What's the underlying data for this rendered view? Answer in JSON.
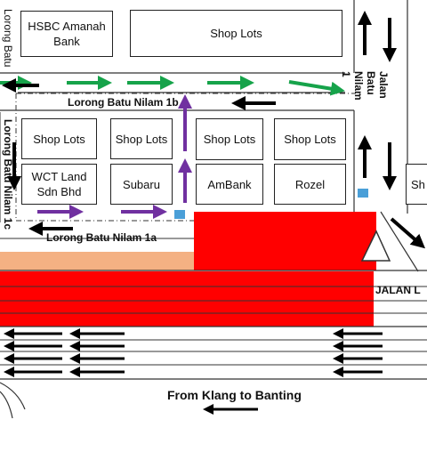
{
  "buildings": {
    "hsbc": "HSBC Amanah\nBank",
    "shoplots_top": "Shop Lots",
    "shoplots_a": "Shop Lots",
    "shoplots_b": "Shop Lots",
    "shoplots_c": "Shop Lots",
    "shoplots_d": "Shop Lots",
    "wct": "WCT Land\nSdn Bhd",
    "subaru": "Subaru",
    "ambank": "AmBank",
    "rozel": "Rozel",
    "right_partial": "Sh"
  },
  "roads": {
    "lorong_batu_top": "Lorong Batu",
    "lorong_1b": "Lorong Batu Nilam 1b",
    "lorong_1a": "Lorong Batu Nilam 1a",
    "lorong_left_vertical": "Lorong Batu Nilam 1c",
    "jalan_batu_nilam_1": "Jalan Batu\nNilam 1",
    "jalan_main": "JALAN L",
    "direction_label": "From Klang to Banting"
  },
  "colors": {
    "green_arrow": "#16a34a",
    "purple_arrow": "#7030a0",
    "black_arrow": "#000000",
    "red_zone": "#ff0000",
    "tan_zone": "#f4b183",
    "flag": "#4a9fd8"
  }
}
